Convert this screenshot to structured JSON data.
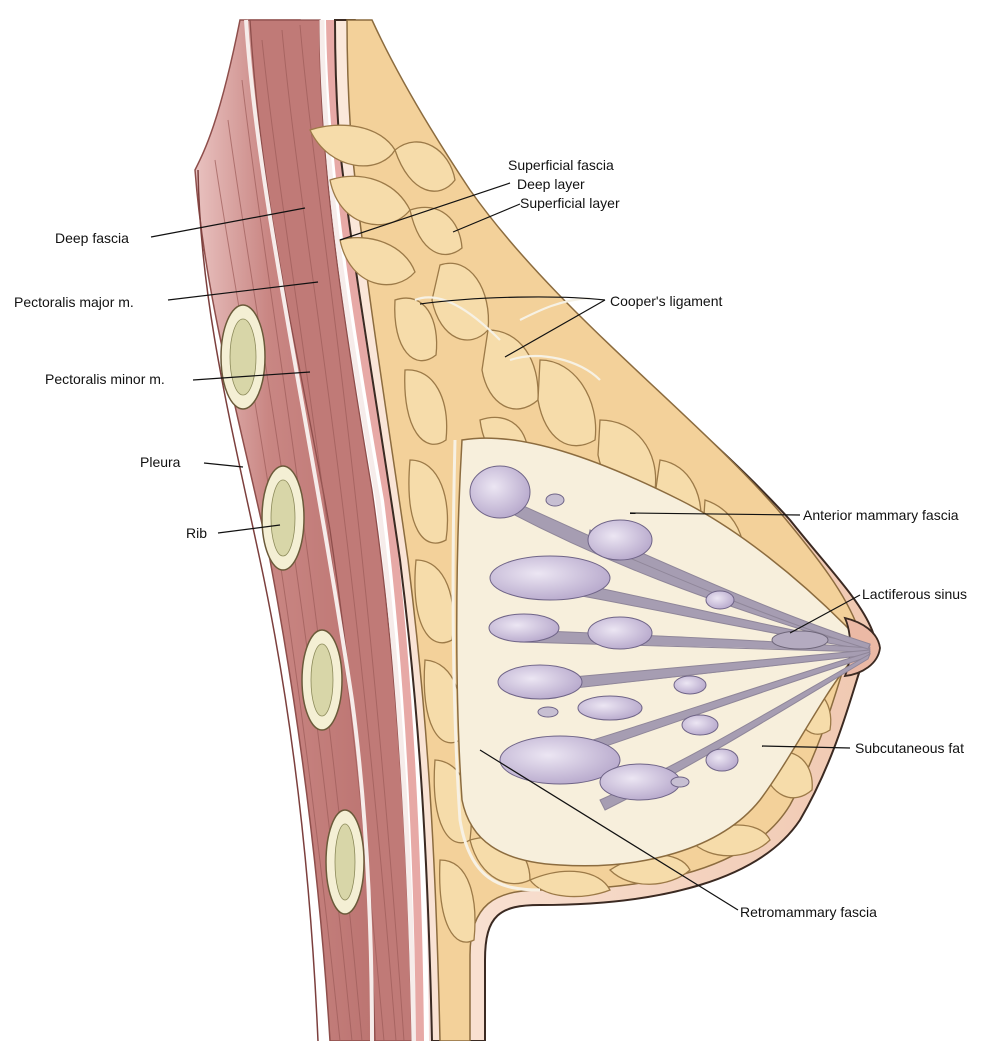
{
  "labels": {
    "deep_fascia": "Deep fascia",
    "pectoralis_major": "Pectoralis major m.",
    "pectoralis_minor": "Pectoralis minor m.",
    "pleura": "Pleura",
    "rib": "Rib",
    "superficial_fascia": "Superficial fascia",
    "deep_layer": "Deep layer",
    "superficial_layer": "Superficial layer",
    "coopers_ligament": "Cooper's ligament",
    "anterior_mammary_fascia": "Anterior mammary fascia",
    "lactiferous_sinus": "Lactiferous sinus",
    "subcutaneous_fat": "Subcutaneous fat",
    "retromammary_fascia": "Retromammary fascia"
  },
  "colors": {
    "muscle": "#c98683",
    "muscle_dark": "#a9605e",
    "fat": "#f3d19a",
    "fat_outline": "#b48b55",
    "skin": "#f5d5c2",
    "gland_bg": "#f7efdc",
    "lobule": "#bcaed0",
    "duct": "#9c93a8",
    "rib": "#f4efd4"
  }
}
